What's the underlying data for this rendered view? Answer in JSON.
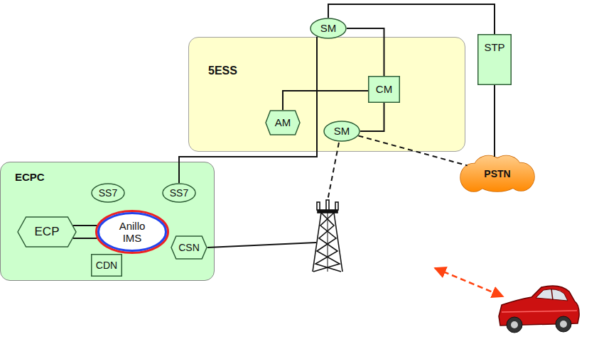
{
  "diagram": {
    "nodes": [
      {
        "text": [
          "5ESS"
        ]
      },
      {
        "text": [
          "SM"
        ],
        "in": 0
      },
      {
        "text": [
          "CM"
        ],
        "in": 0
      },
      {
        "text": [
          "AM"
        ],
        "in": 0
      },
      {
        "text": [
          "SM"
        ],
        "in": 0
      },
      {
        "text": [
          "STP"
        ]
      },
      {
        "text": [
          "ECPC"
        ]
      },
      {
        "text": [
          "SS7"
        ],
        "in": 6
      },
      {
        "text": [
          "SS7"
        ],
        "in": 6
      },
      {
        "text": [
          "ECP"
        ],
        "in": 6
      },
      {
        "text": [
          "Anillo IMS"
        ],
        "in": 6
      },
      {
        "text": [
          "CDN"
        ],
        "in": 6
      },
      {
        "text": [
          "CSN"
        ],
        "in": 6
      },
      {
        "text": [
          "PSTN"
        ]
      }
    ],
    "edges": [
      {
        "from": 1,
        "to": 5,
        "arrow": "none"
      },
      {
        "from": 5,
        "to": 13,
        "arrow": "none"
      },
      {
        "from": 1,
        "to": 2,
        "arrow": "none"
      },
      {
        "from": 2,
        "to": 3,
        "arrow": "none"
      },
      {
        "from": 2,
        "to": 4,
        "arrow": "none"
      },
      {
        "from": 8,
        "to": 1,
        "arrow": "none"
      },
      {
        "from": 4,
        "to": 13,
        "arrow": "none"
      },
      {
        "from": 9,
        "to": 10,
        "arrow": "none"
      },
      {
        "from": 9,
        "to": 10,
        "arrow": "none"
      }
    ]
  }
}
